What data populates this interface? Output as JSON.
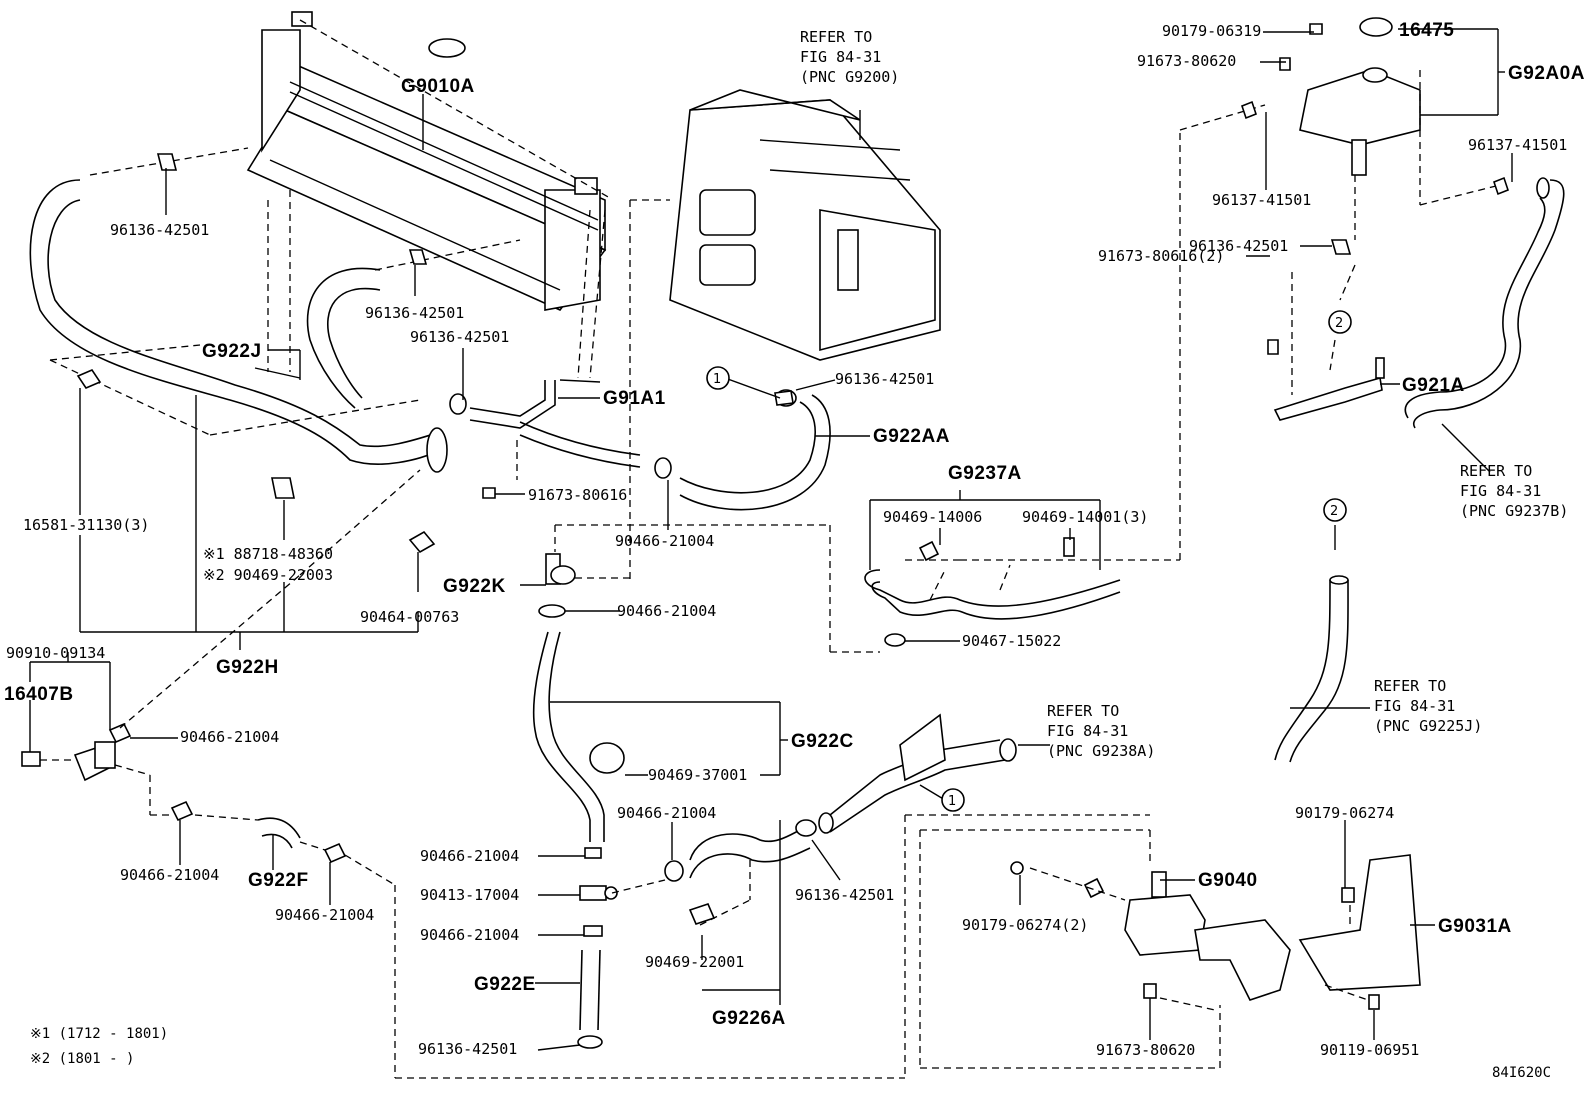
{
  "labels": {
    "refer_fig_g9200": [
      "REFER TO",
      "FIG 84-31",
      "(PNC G9200)"
    ],
    "g9010a": "G9010A",
    "p96136_42501_a": "96136-42501",
    "p96136_42501_b": "96136-42501",
    "p96136_42501_c": "96136-42501",
    "p96136_42501_d": "96136-42501",
    "p96136_42501_e": "96136-42501",
    "p96136_42501_f": "96136-42501",
    "p96136_42501_g": "96136-42501",
    "g922j": "G922J",
    "g91a1": "G91A1",
    "p91673_80616": "91673-80616",
    "p16581_31130": "16581-31130(3)",
    "p88718_48360": "※1 88718-48360",
    "p90469_22003": "※2 90469-22003",
    "p90464_00763": "90464-00763",
    "g922h": "G922H",
    "p90910_09134": "90910-09134",
    "p16407b": "16407B",
    "p90466_21004_a": "90466-21004",
    "p90466_21004_b": "90466-21004",
    "p90466_21004_c": "90466-21004",
    "p90466_21004_d": "90466-21004",
    "p90466_21004_e": "90466-21004",
    "p90466_21004_f": "90466-21004",
    "p90466_21004_g": "90466-21004",
    "p90466_21004_h": "90466-21004",
    "g922f": "G922F",
    "g922k": "G922K",
    "g922aa": "G922AA",
    "g922c": "G922C",
    "p90469_37001": "90469-37001",
    "p90413_17004": "90413-17004",
    "g922e": "G922E",
    "p90469_22001": "90469-22001",
    "g9226a": "G9226A",
    "g9237a": "G9237A",
    "p90469_14006": "90469-14006",
    "p90469_14001": "90469-14001(3)",
    "p90467_15022": "90467-15022",
    "refer_fig_g9238a": [
      "REFER TO",
      "FIG 84-31",
      "(PNC G9238A)"
    ],
    "p90179_06319": "90179-06319",
    "p16475": "16475",
    "p91673_80620_a": "91673-80620",
    "g92a0a": "G92A0A",
    "p96137_41501_a": "96137-41501",
    "p96137_41501_b": "96137-41501",
    "p91673_80616_2": "91673-80616(2)",
    "g921a": "G921A",
    "refer_fig_g9237b": [
      "REFER TO",
      "FIG 84-31",
      "(PNC G9237B)"
    ],
    "refer_fig_g9225j": [
      "REFER TO",
      "FIG 84-31",
      "(PNC G9225J)"
    ],
    "g9040": "G9040",
    "p90179_06274": "90179-06274",
    "p90179_06274_2": "90179-06274(2)",
    "g9031a": "G9031A",
    "p91673_80620_b": "91673-80620",
    "p90119_06951": "90119-06951",
    "circle_1": "1",
    "circle_2": "2",
    "note_1": "※1 (1712  - 1801)",
    "note_2": "※2 (1801  -      )",
    "diagram_id": "84I620C"
  }
}
